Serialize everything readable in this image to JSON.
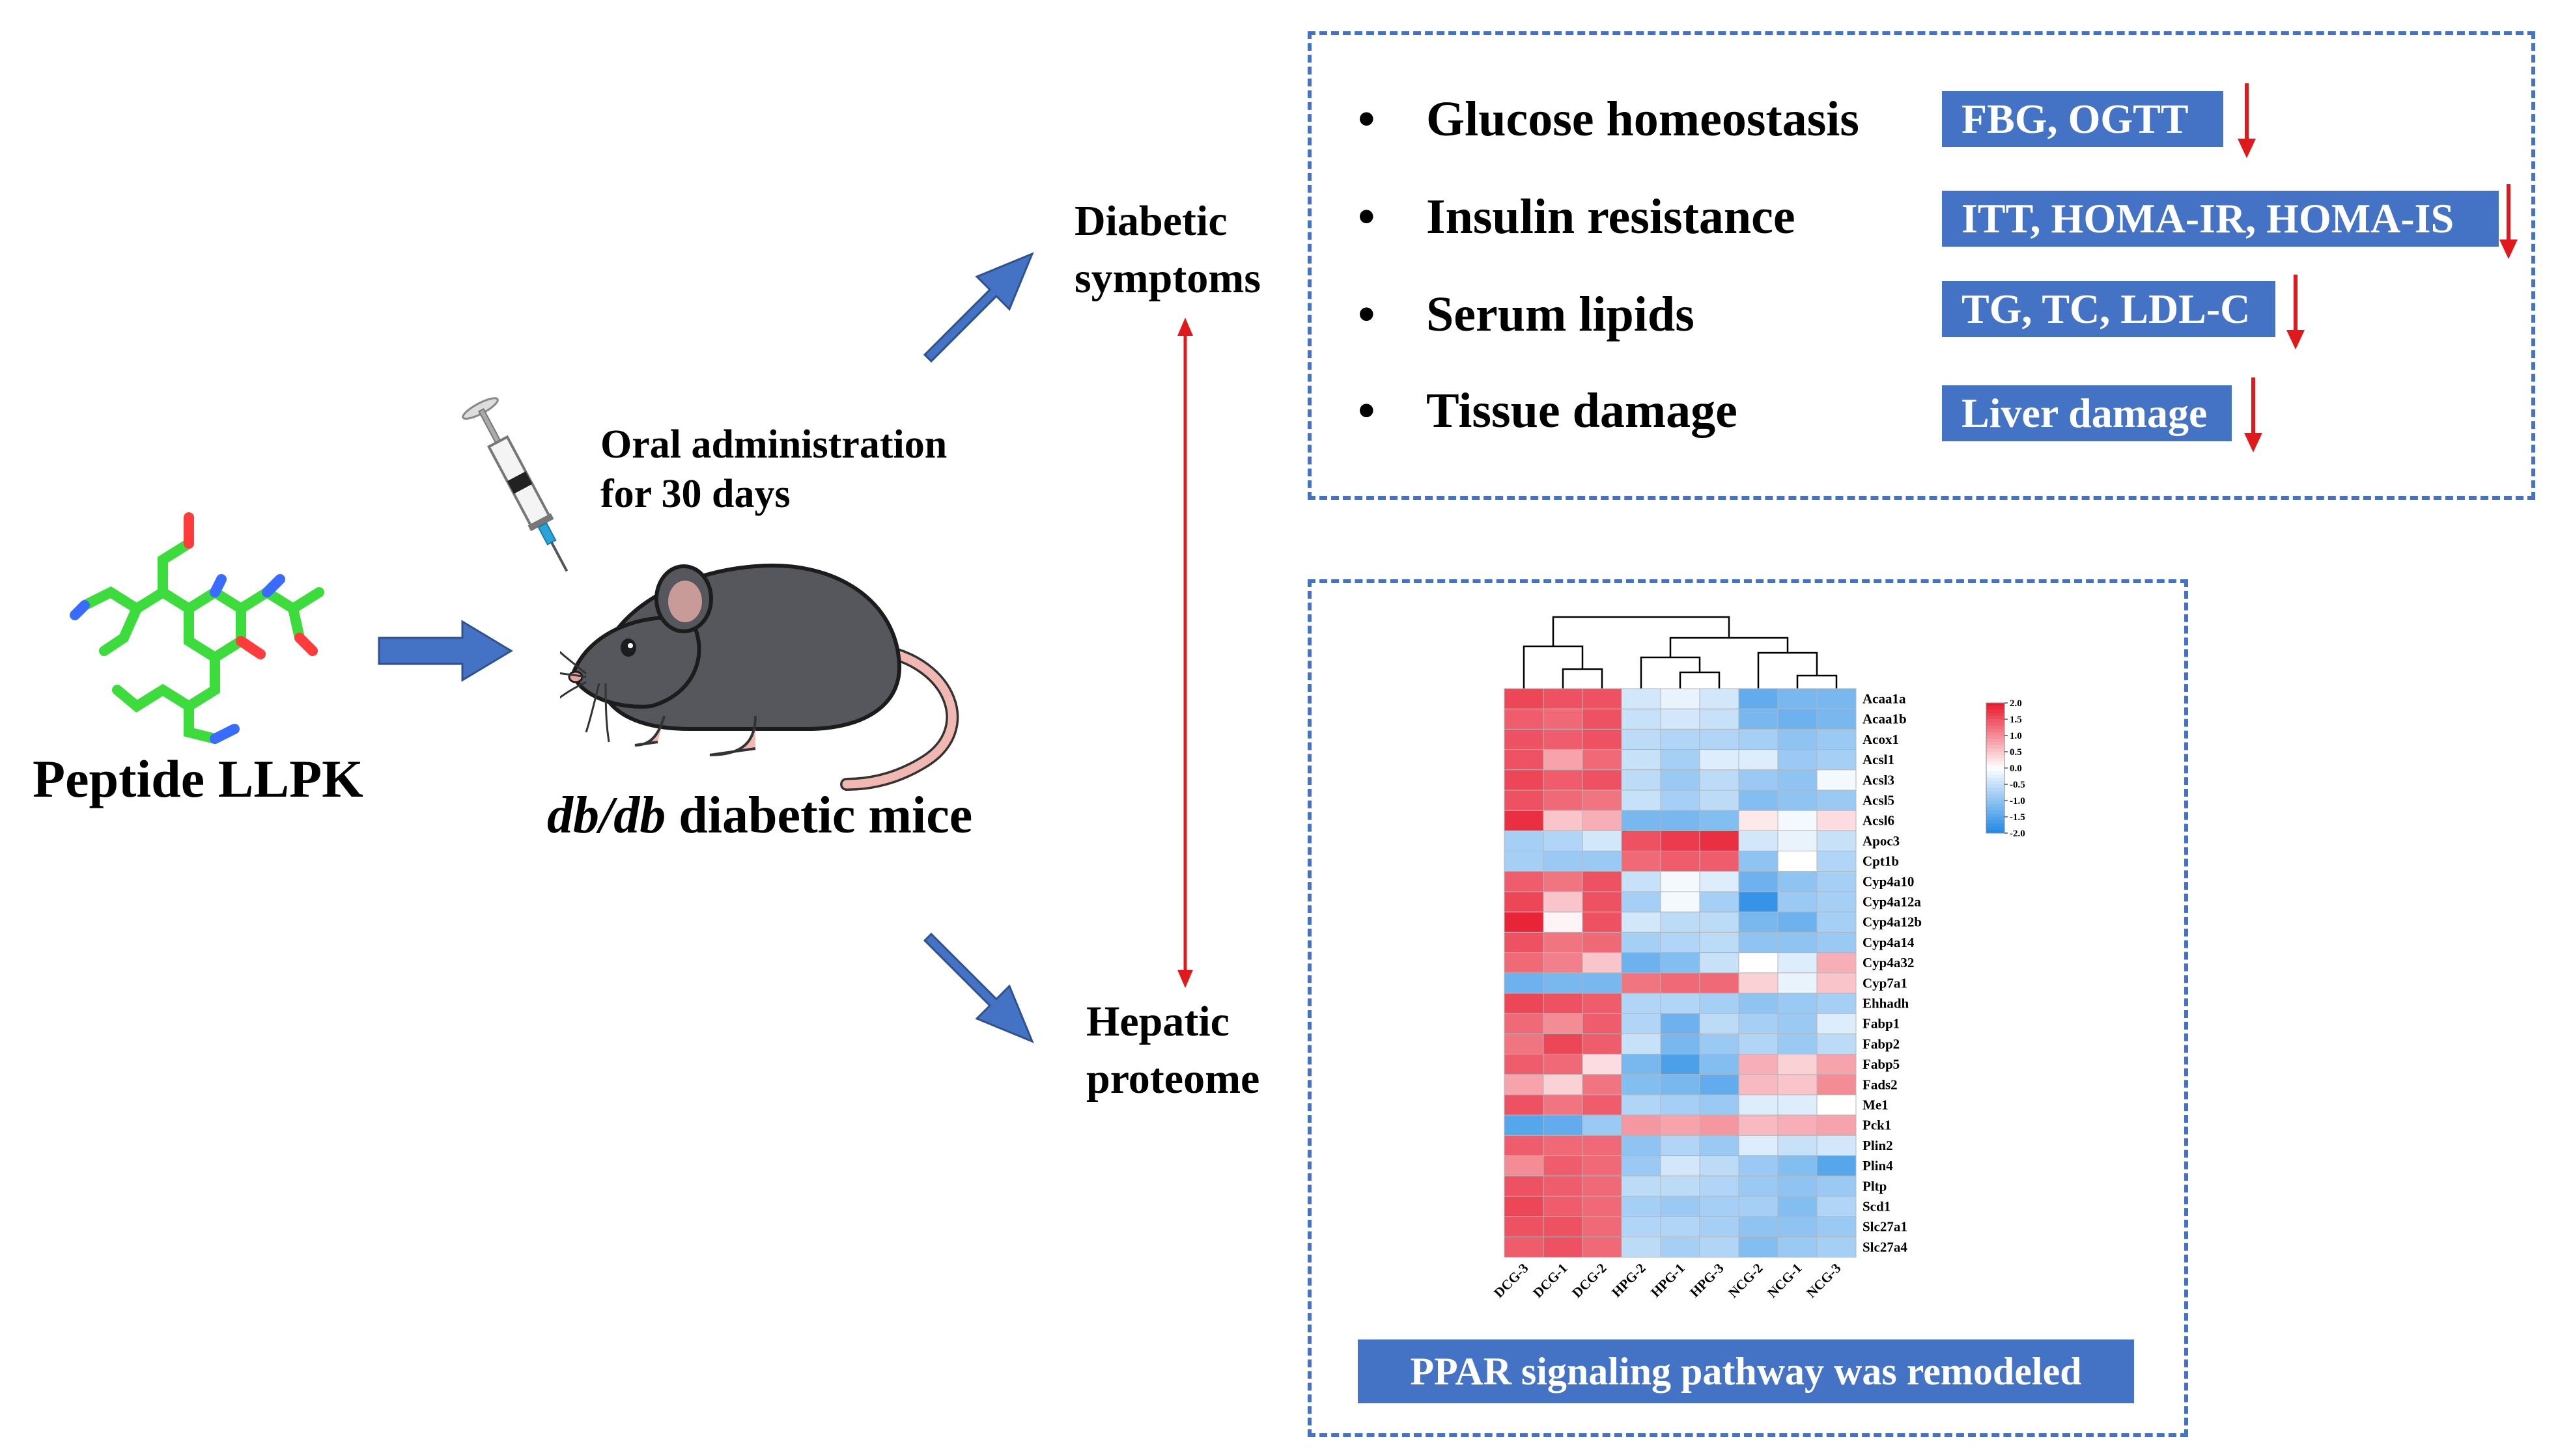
{
  "peptide": {
    "label": "Peptide LLPK"
  },
  "treatment": {
    "line1": "Oral administration",
    "line2": "for 30 days"
  },
  "mice": {
    "label_italic": "db/db",
    "label_rest": " diabetic mice"
  },
  "branches": {
    "symptoms": {
      "line1": "Diabetic",
      "line2": "symptoms"
    },
    "proteome": {
      "line1": "Hepatic",
      "line2": "proteome"
    }
  },
  "symptoms": [
    {
      "name": "Glucose homeostasis",
      "tag": "FBG, OGTT"
    },
    {
      "name": "Insulin resistance",
      "tag": "ITT, HOMA-IR, HOMA-IS"
    },
    {
      "name": "Serum lipids",
      "tag": "TG, TC, LDL-C"
    },
    {
      "name": "Tissue damage",
      "tag": "Liver damage"
    }
  ],
  "colors": {
    "box": "#4472c4",
    "arrow": "#4472c4",
    "down_arrow": "#e0191c",
    "high": "#e8182d",
    "low": "#1e88e5"
  },
  "conclusion": "PPAR signaling pathway was remodeled",
  "chart_data": {
    "type": "heatmap",
    "columns": [
      "DCG-3",
      "DCG-1",
      "DCG-2",
      "HPG-2",
      "HPG-1",
      "HPG-3",
      "NCG-2",
      "NCG-1",
      "NCG-3"
    ],
    "rows": [
      "Acaa1a",
      "Acaa1b",
      "Acox1",
      "Acsl1",
      "Acsl3",
      "Acsl5",
      "Acsl6",
      "Apoc3",
      "Cpt1b",
      "Cyp4a10",
      "Cyp4a12a",
      "Cyp4a12b",
      "Cyp4a14",
      "Cyp4a32",
      "Cyp7a1",
      "Ehhadh",
      "Fabp1",
      "Fabp2",
      "Fabp5",
      "Fads2",
      "Me1",
      "Pck1",
      "Plin2",
      "Plin4",
      "Pltp",
      "Scd1",
      "Slc27a1",
      "Slc27a4"
    ],
    "values": [
      [
        1.6,
        1.5,
        1.5,
        -0.4,
        -0.2,
        -0.4,
        -1.4,
        -1.2,
        -1.2
      ],
      [
        1.4,
        1.3,
        1.5,
        -0.5,
        -0.4,
        -0.5,
        -1.2,
        -1.3,
        -1.2
      ],
      [
        1.5,
        1.4,
        1.5,
        -0.6,
        -0.7,
        -0.7,
        -0.8,
        -1.0,
        -0.9
      ],
      [
        1.5,
        0.8,
        1.3,
        -0.5,
        -0.8,
        -0.3,
        -0.3,
        -0.9,
        -0.8
      ],
      [
        1.6,
        1.4,
        1.5,
        -0.6,
        -0.9,
        -0.6,
        -0.9,
        -1.0,
        -0.1
      ],
      [
        1.5,
        1.3,
        1.2,
        -0.5,
        -0.8,
        -0.6,
        -1.1,
        -1.0,
        -0.9
      ],
      [
        1.8,
        0.5,
        0.7,
        -1.2,
        -1.2,
        -1.1,
        0.2,
        -0.1,
        0.3
      ],
      [
        -0.8,
        -0.7,
        -0.4,
        1.5,
        1.7,
        1.8,
        -0.4,
        -0.2,
        -0.5
      ],
      [
        -0.8,
        -0.9,
        -0.9,
        1.3,
        1.4,
        1.4,
        -1.0,
        0.0,
        -0.7
      ],
      [
        1.4,
        1.2,
        1.5,
        -0.5,
        -0.1,
        -0.3,
        -1.3,
        -1.0,
        -0.8
      ],
      [
        1.6,
        0.5,
        1.5,
        -0.8,
        -0.1,
        -0.8,
        -1.8,
        -0.9,
        -0.8
      ],
      [
        1.9,
        0.1,
        1.5,
        -0.4,
        -0.6,
        -0.6,
        -1.2,
        -1.3,
        -0.8
      ],
      [
        1.5,
        1.2,
        1.3,
        -0.8,
        -0.7,
        -0.6,
        -1.0,
        -1.0,
        -0.9
      ],
      [
        1.3,
        1.1,
        0.5,
        -1.3,
        -1.1,
        -0.5,
        0.0,
        -0.3,
        0.7
      ],
      [
        -1.3,
        -1.2,
        -1.2,
        1.2,
        1.3,
        1.3,
        0.4,
        -0.2,
        0.5
      ],
      [
        1.6,
        1.5,
        1.4,
        -0.7,
        -0.7,
        -0.8,
        -1.0,
        -0.9,
        -0.8
      ],
      [
        1.3,
        1.0,
        1.4,
        -0.7,
        -1.3,
        -0.6,
        -0.8,
        -0.9,
        -0.3
      ],
      [
        1.2,
        1.6,
        1.4,
        -0.5,
        -1.2,
        -0.9,
        -0.7,
        -0.9,
        -0.6
      ],
      [
        1.4,
        1.3,
        0.3,
        -1.2,
        -1.6,
        -1.1,
        0.7,
        0.4,
        0.8
      ],
      [
        0.8,
        0.4,
        1.2,
        -1.1,
        -1.2,
        -1.4,
        0.6,
        0.5,
        1.0
      ],
      [
        1.5,
        1.2,
        1.4,
        -0.7,
        -0.8,
        -0.9,
        -0.3,
        -0.3,
        0.0
      ],
      [
        -1.5,
        -1.4,
        -0.9,
        0.9,
        0.8,
        0.9,
        0.6,
        0.7,
        0.8
      ],
      [
        1.4,
        1.3,
        1.3,
        -1.0,
        -0.7,
        -0.9,
        -0.3,
        -0.5,
        -0.4
      ],
      [
        1.0,
        1.4,
        1.3,
        -0.9,
        -0.4,
        -0.6,
        -0.9,
        -1.1,
        -1.5
      ],
      [
        1.5,
        1.4,
        1.3,
        -0.6,
        -0.6,
        -0.7,
        -0.9,
        -1.0,
        -0.9
      ],
      [
        1.6,
        1.4,
        1.3,
        -0.8,
        -0.9,
        -0.8,
        -0.8,
        -1.1,
        -0.7
      ],
      [
        1.5,
        1.5,
        1.3,
        -0.7,
        -0.7,
        -0.8,
        -1.0,
        -1.0,
        -0.9
      ],
      [
        1.4,
        1.5,
        1.3,
        -0.6,
        -0.8,
        -0.7,
        -1.1,
        -0.9,
        -0.8
      ]
    ],
    "color_scale": {
      "min": -2.0,
      "max": 2.0,
      "ticks": [
        "2.0",
        "1.5",
        "1.0",
        "0.5",
        "0.0",
        "-0.5",
        "-1.0",
        "-1.5",
        "-2.0"
      ]
    }
  }
}
